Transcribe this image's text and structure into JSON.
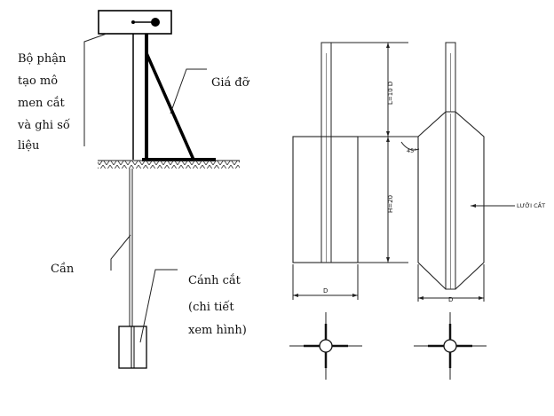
{
  "left": {
    "label_measuring_unit": [
      "Bộ phận",
      "tạo mô",
      "men cắt",
      "và ghi số",
      "liệu"
    ],
    "label_support": "Giá đỡ",
    "label_rod": "Cần",
    "label_vane": [
      "Cánh cắt",
      "(chi tiết",
      "xem hình)"
    ]
  },
  "right": {
    "dim_shaft_length": "L=10 D",
    "dim_height": "H=20",
    "angle_label": "45°",
    "label_blade": "LƯỠI CẮT",
    "dim_width_rect": "D",
    "dim_width_tapered": "D"
  }
}
